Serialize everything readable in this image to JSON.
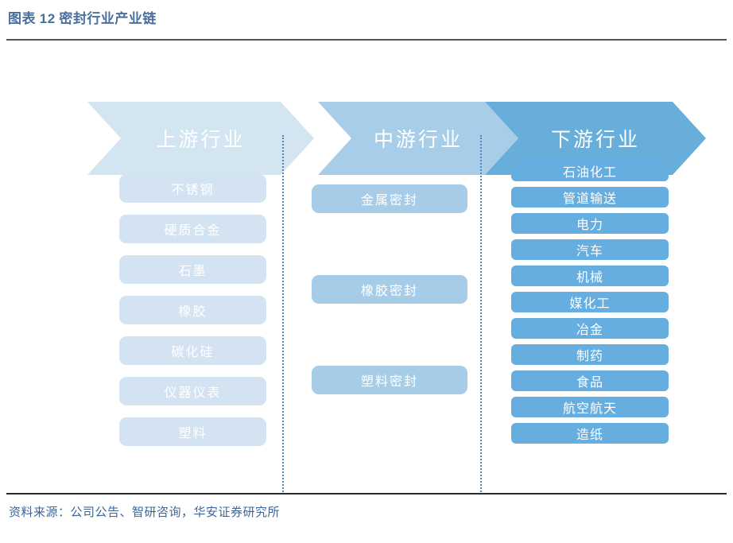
{
  "figure": {
    "label_prefix": "图表",
    "number": "12",
    "title": "密封行业产业链",
    "full_title": "图表 12 密封行业产业链",
    "source_note": "资料来源：公司公告、智研咨询，华安证券研究所"
  },
  "colors": {
    "title_text": "#4a6f9c",
    "source_text": "#3d6699",
    "rule": "#555555",
    "divider": "#4d87c4",
    "upstream": "#d4e5f2",
    "midstream": "#a8cde8",
    "downstream": "#67aedb",
    "node_text": "#ffffff"
  },
  "chart_data": {
    "type": "diagram",
    "title": "密封行业产业链",
    "stages": [
      {
        "key": "upstream",
        "label": "上游行业",
        "color": "#d4e5f2",
        "items": [
          "不锈钢",
          "硬质合金",
          "石墨",
          "橡胶",
          "碳化硅",
          "仪器仪表",
          "塑料"
        ]
      },
      {
        "key": "midstream",
        "label": "中游行业",
        "color": "#a8cde8",
        "items": [
          "金属密封",
          "橡胶密封",
          "塑料密封"
        ]
      },
      {
        "key": "downstream",
        "label": "下游行业",
        "color": "#67aedb",
        "items": [
          "石油化工",
          "管道输送",
          "电力",
          "汽车",
          "机械",
          "媒化工",
          "冶金",
          "制药",
          "食品",
          "航空航天",
          "造纸"
        ]
      }
    ]
  }
}
